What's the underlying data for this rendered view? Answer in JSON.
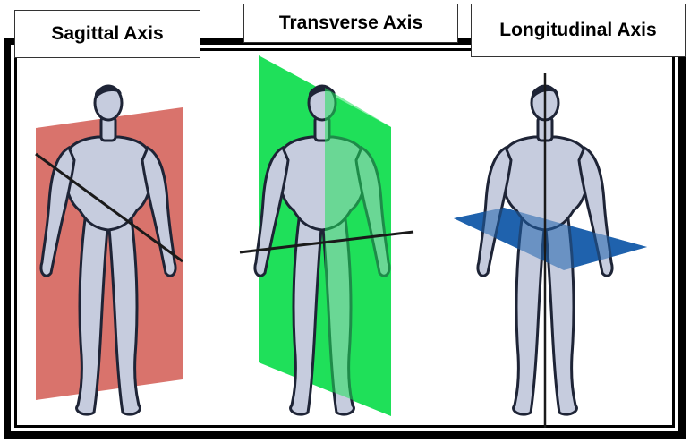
{
  "labels": {
    "sagittal": "Sagittal Axis",
    "transverse": "Transverse Axis",
    "longitudinal": "Longitudinal Axis"
  },
  "colors": {
    "sagittal_plane": "#d9736c",
    "transverse_plane": "#1fe05a",
    "longitudinal_plane": "#1f63ad",
    "body_fill": "#c6ccde",
    "body_outline": "#1e2436",
    "axis_line": "#1a1a1a",
    "frame": "#000000"
  }
}
